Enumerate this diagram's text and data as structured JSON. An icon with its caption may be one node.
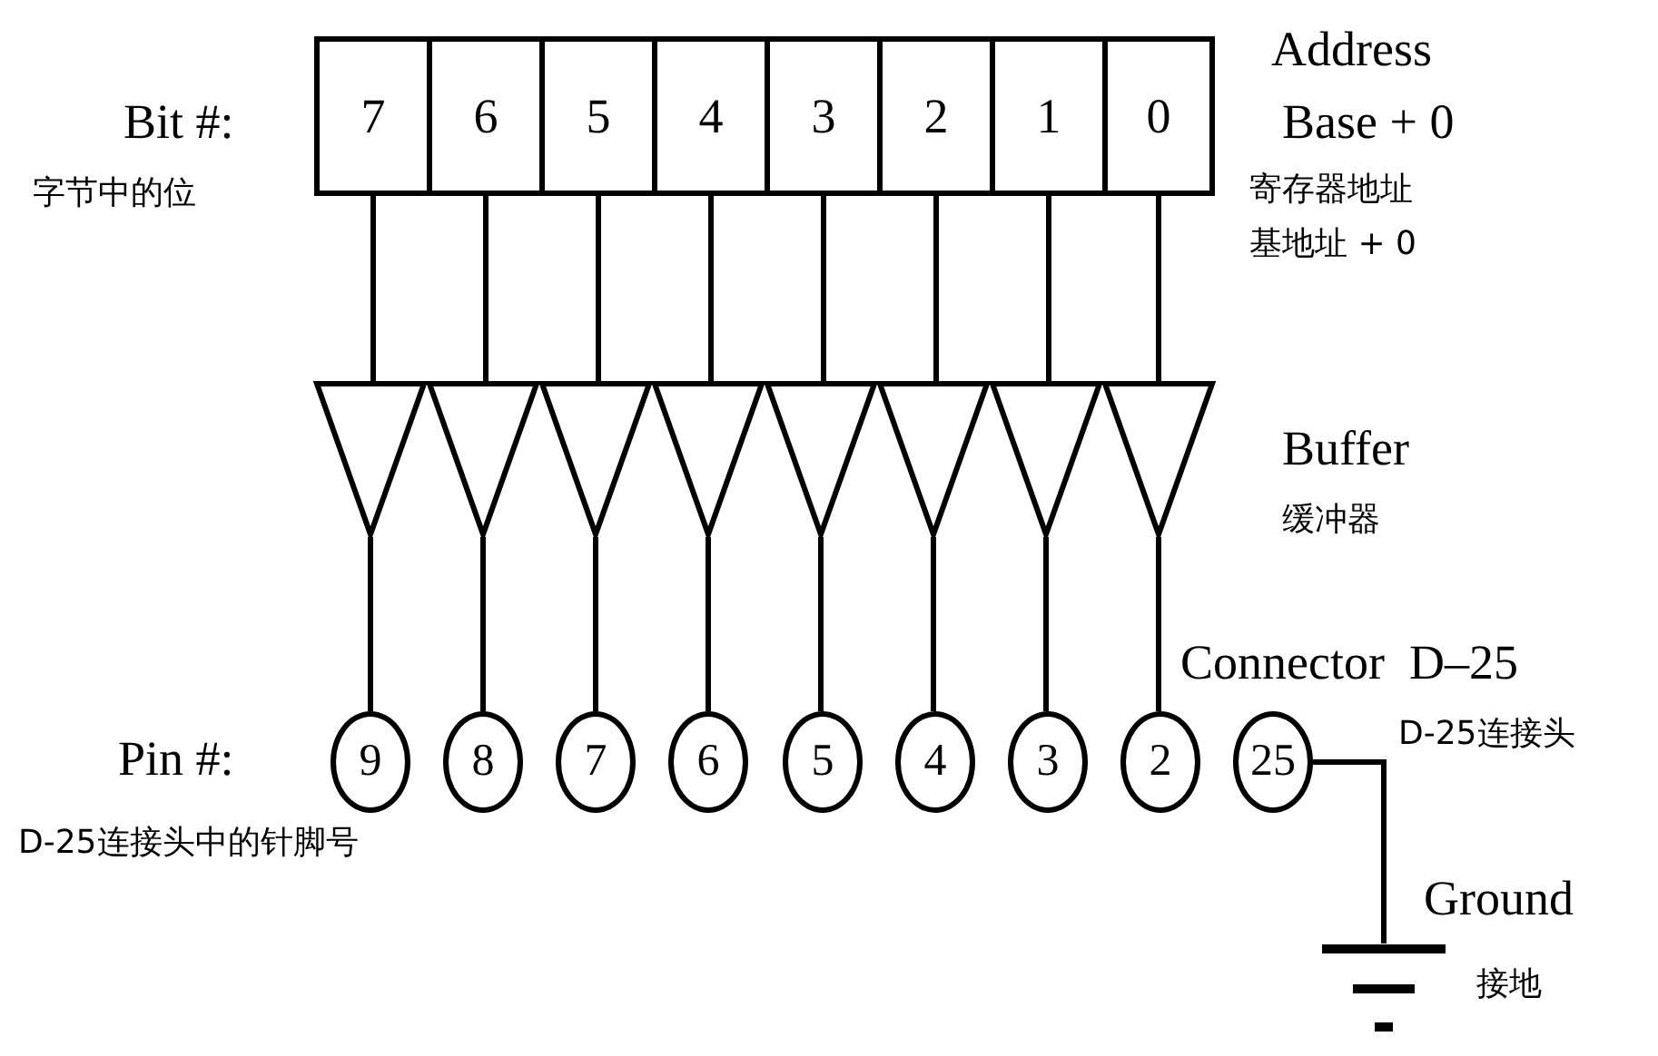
{
  "diagram": {
    "nodes": [
      {
        "text": [
          "7"
        ]
      },
      {
        "text": [
          "6"
        ]
      },
      {
        "text": [
          "5"
        ]
      },
      {
        "text": [
          "4"
        ]
      },
      {
        "text": [
          "3"
        ]
      },
      {
        "text": [
          "2"
        ]
      },
      {
        "text": [
          "1"
        ]
      },
      {
        "text": [
          "0"
        ]
      },
      {
        "text": [],
        "shape": "triangle"
      },
      {
        "text": [],
        "shape": "triangle"
      },
      {
        "text": [],
        "shape": "triangle"
      },
      {
        "text": [],
        "shape": "triangle"
      },
      {
        "text": [],
        "shape": "triangle"
      },
      {
        "text": [],
        "shape": "triangle"
      },
      {
        "text": [],
        "shape": "triangle"
      },
      {
        "text": [],
        "shape": "triangle"
      },
      {
        "text": [
          "9"
        ]
      },
      {
        "text": [
          "8"
        ]
      },
      {
        "text": [
          "7"
        ]
      },
      {
        "text": [
          "6"
        ]
      },
      {
        "text": [
          "5"
        ]
      },
      {
        "text": [
          "4"
        ]
      },
      {
        "text": [
          "3"
        ]
      },
      {
        "text": [
          "2"
        ]
      },
      {
        "text": [
          "25"
        ]
      },
      {
        "text": [],
        "shape": "ground"
      }
    ],
    "edges": [
      {
        "from": 0,
        "to": 8,
        "arrow": "none"
      },
      {
        "from": 1,
        "to": 9,
        "arrow": "none"
      },
      {
        "from": 2,
        "to": 10,
        "arrow": "none"
      },
      {
        "from": 3,
        "to": 11,
        "arrow": "none"
      },
      {
        "from": 4,
        "to": 12,
        "arrow": "none"
      },
      {
        "from": 5,
        "to": 13,
        "arrow": "none"
      },
      {
        "from": 6,
        "to": 14,
        "arrow": "none"
      },
      {
        "from": 7,
        "to": 15,
        "arrow": "none"
      },
      {
        "from": 8,
        "to": 16,
        "arrow": "none"
      },
      {
        "from": 9,
        "to": 17,
        "arrow": "none"
      },
      {
        "from": 10,
        "to": 18,
        "arrow": "none"
      },
      {
        "from": 11,
        "to": 19,
        "arrow": "none"
      },
      {
        "from": 12,
        "to": 20,
        "arrow": "none"
      },
      {
        "from": 13,
        "to": 21,
        "arrow": "none"
      },
      {
        "from": 14,
        "to": 22,
        "arrow": "none"
      },
      {
        "from": 15,
        "to": 23,
        "arrow": "none"
      },
      {
        "from": 24,
        "to": 25,
        "arrow": "none"
      }
    ],
    "labels": [
      "Address",
      "Bit #:",
      "Base + 0",
      "字节中的位",
      "寄存器地址",
      "基地址 + 0",
      "Buffer",
      "缓冲器",
      "Connector  D–25",
      "D-25连接头",
      "Pin #:",
      "D-25连接头中的针脚号",
      "Ground",
      "接地"
    ]
  }
}
